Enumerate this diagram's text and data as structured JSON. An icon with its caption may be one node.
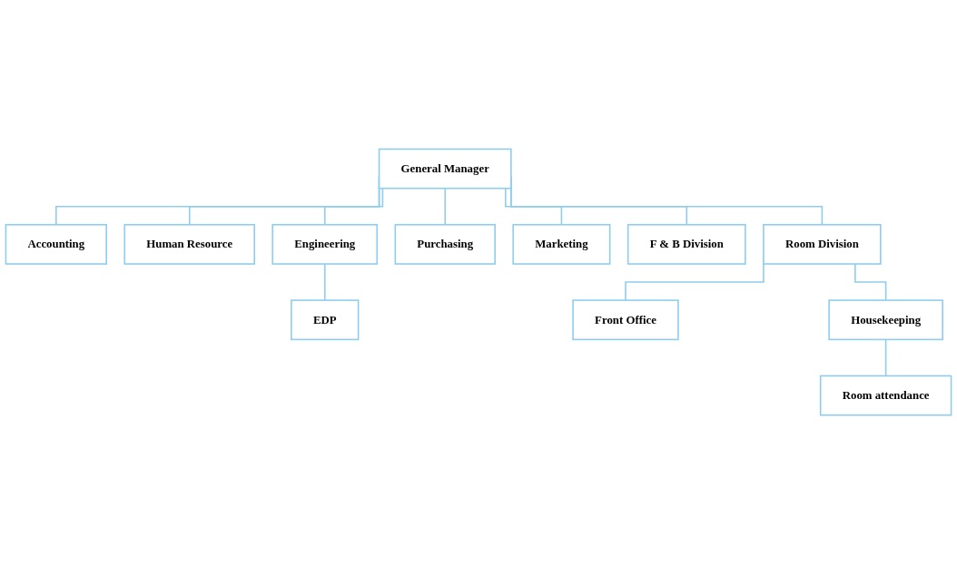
{
  "diagram": {
    "nodes": [
      {
        "text": [
          "General Manager"
        ]
      },
      {
        "text": [
          "Accounting"
        ]
      },
      {
        "text": [
          "Human Resource"
        ]
      },
      {
        "text": [
          "Engineering"
        ]
      },
      {
        "text": [
          "Purchasing"
        ]
      },
      {
        "text": [
          "Marketing"
        ]
      },
      {
        "text": [
          "F & B Division"
        ]
      },
      {
        "text": [
          "Room Division"
        ]
      },
      {
        "text": [
          "EDP"
        ]
      },
      {
        "text": [
          "Front Office"
        ]
      },
      {
        "text": [
          "Housekeeping"
        ]
      },
      {
        "text": [
          "Room attendance"
        ]
      }
    ],
    "edges": [
      {
        "from": 0,
        "to": 1,
        "arrow": "none"
      },
      {
        "from": 0,
        "to": 2,
        "arrow": "none"
      },
      {
        "from": 0,
        "to": 3,
        "arrow": "none"
      },
      {
        "from": 0,
        "to": 4,
        "arrow": "none"
      },
      {
        "from": 0,
        "to": 5,
        "arrow": "none"
      },
      {
        "from": 0,
        "to": 6,
        "arrow": "none"
      },
      {
        "from": 0,
        "to": 7,
        "arrow": "none"
      },
      {
        "from": 3,
        "to": 8,
        "arrow": "none"
      },
      {
        "from": 7,
        "to": 9,
        "arrow": "none"
      },
      {
        "from": 7,
        "to": 10,
        "arrow": "none"
      },
      {
        "from": 10,
        "to": 11,
        "arrow": "none"
      }
    ]
  }
}
